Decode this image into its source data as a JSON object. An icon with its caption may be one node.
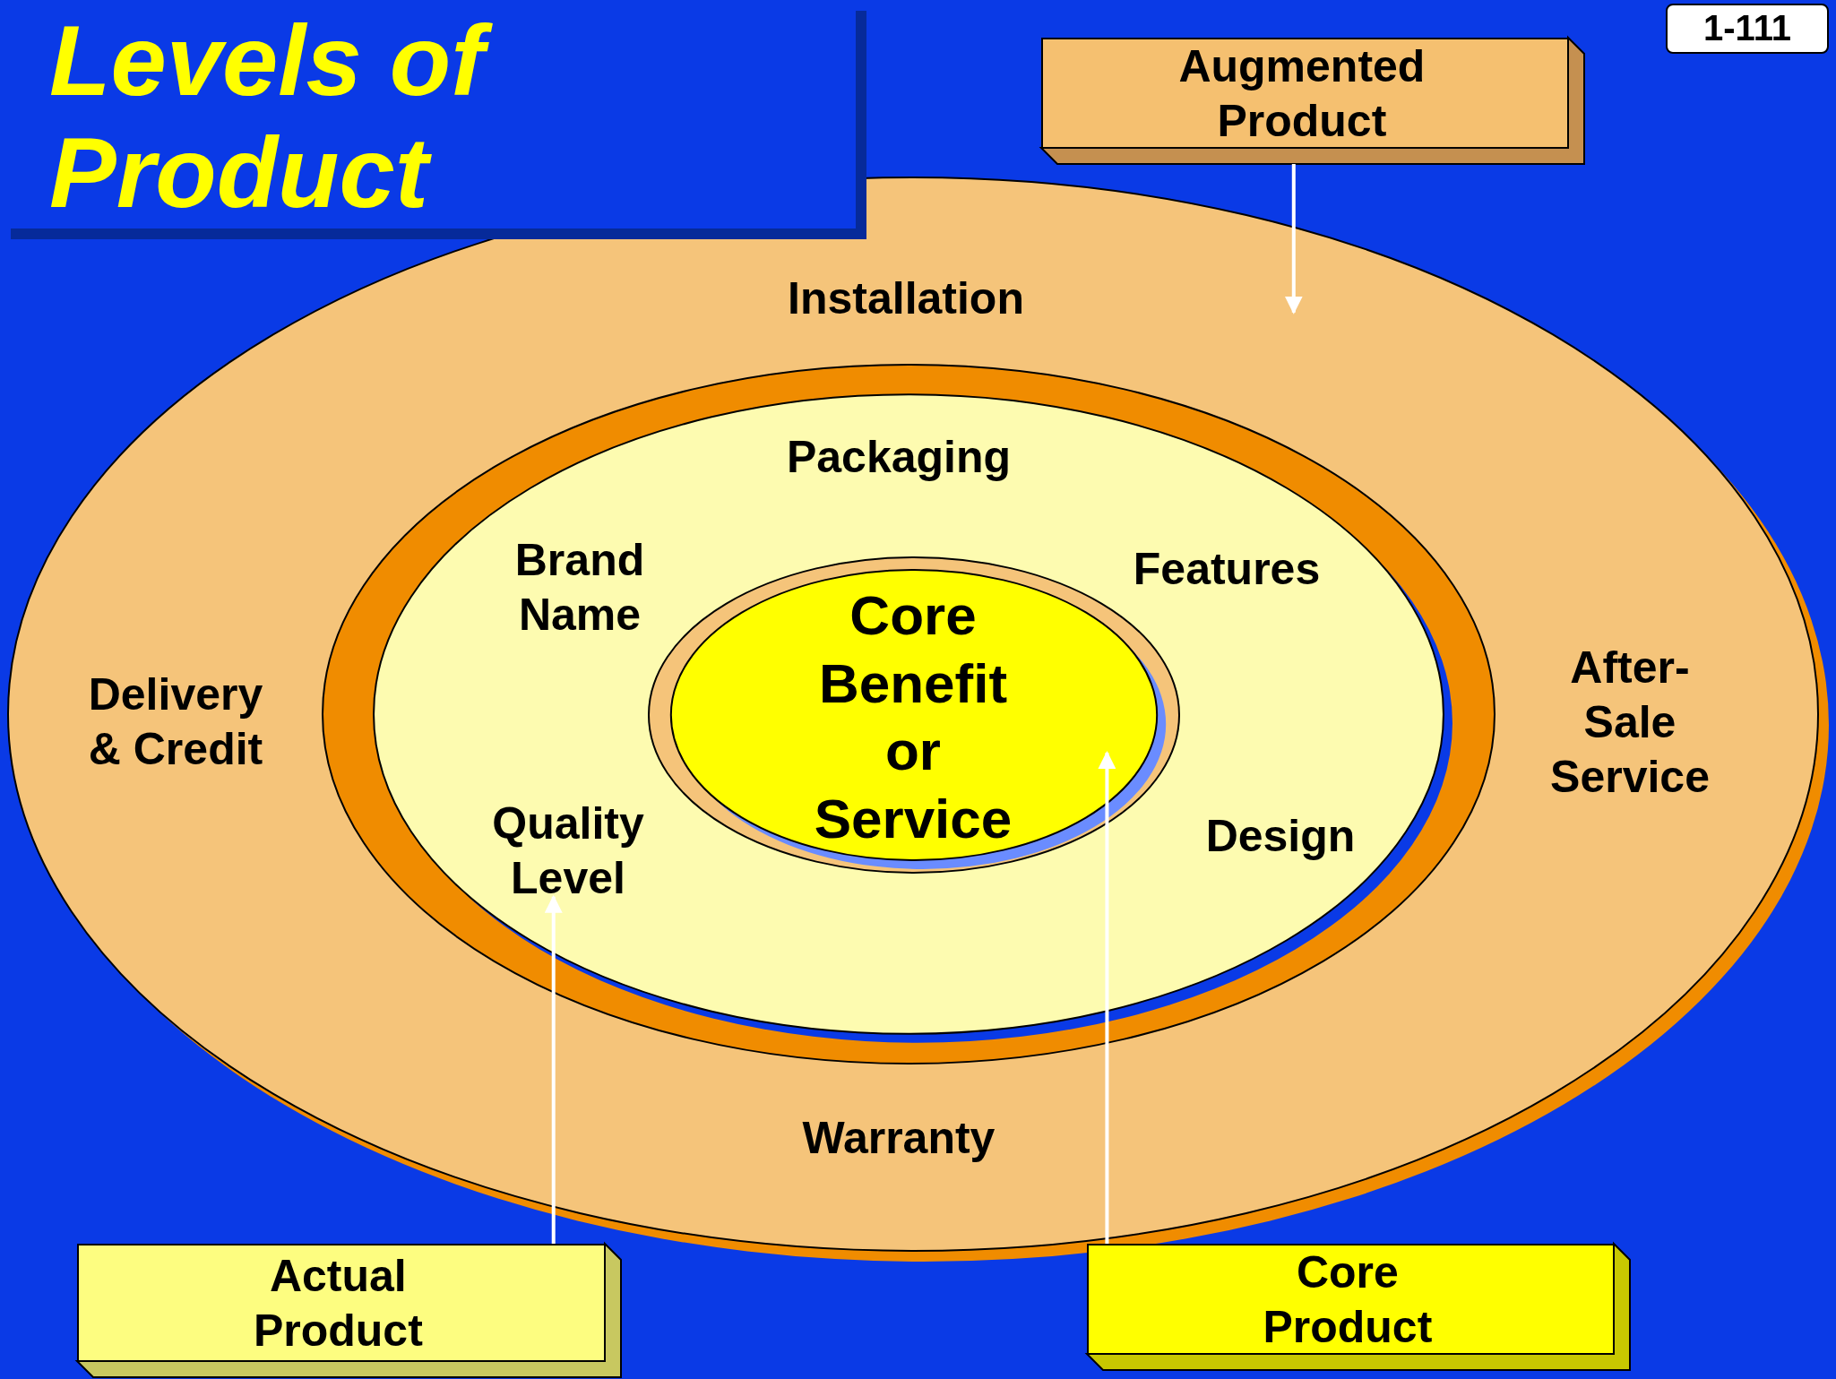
{
  "diagram": {
    "title": "Levels of Product",
    "nodes": [
      {
        "text": [
          "Augmented Product"
        ]
      },
      {
        "text": [
          "Installation",
          "Delivery & Credit",
          "After-Sale Service",
          "Warranty"
        ]
      },
      {
        "text": [
          "Packaging",
          "Brand Name",
          "Features",
          "Quality Level",
          "Design"
        ],
        "in": 1
      },
      {
        "text": [
          "Core Benefit or Service"
        ],
        "in": 2
      },
      {
        "text": [
          "Actual Product"
        ]
      },
      {
        "text": [
          "Core Product"
        ]
      }
    ],
    "edges": [
      {
        "from": 0,
        "to": 1,
        "arrow": "to"
      },
      {
        "from": 4,
        "to": 2,
        "arrow": "to"
      },
      {
        "from": 5,
        "to": 3,
        "arrow": "to"
      }
    ],
    "labels": [
      "1-111"
    ]
  }
}
